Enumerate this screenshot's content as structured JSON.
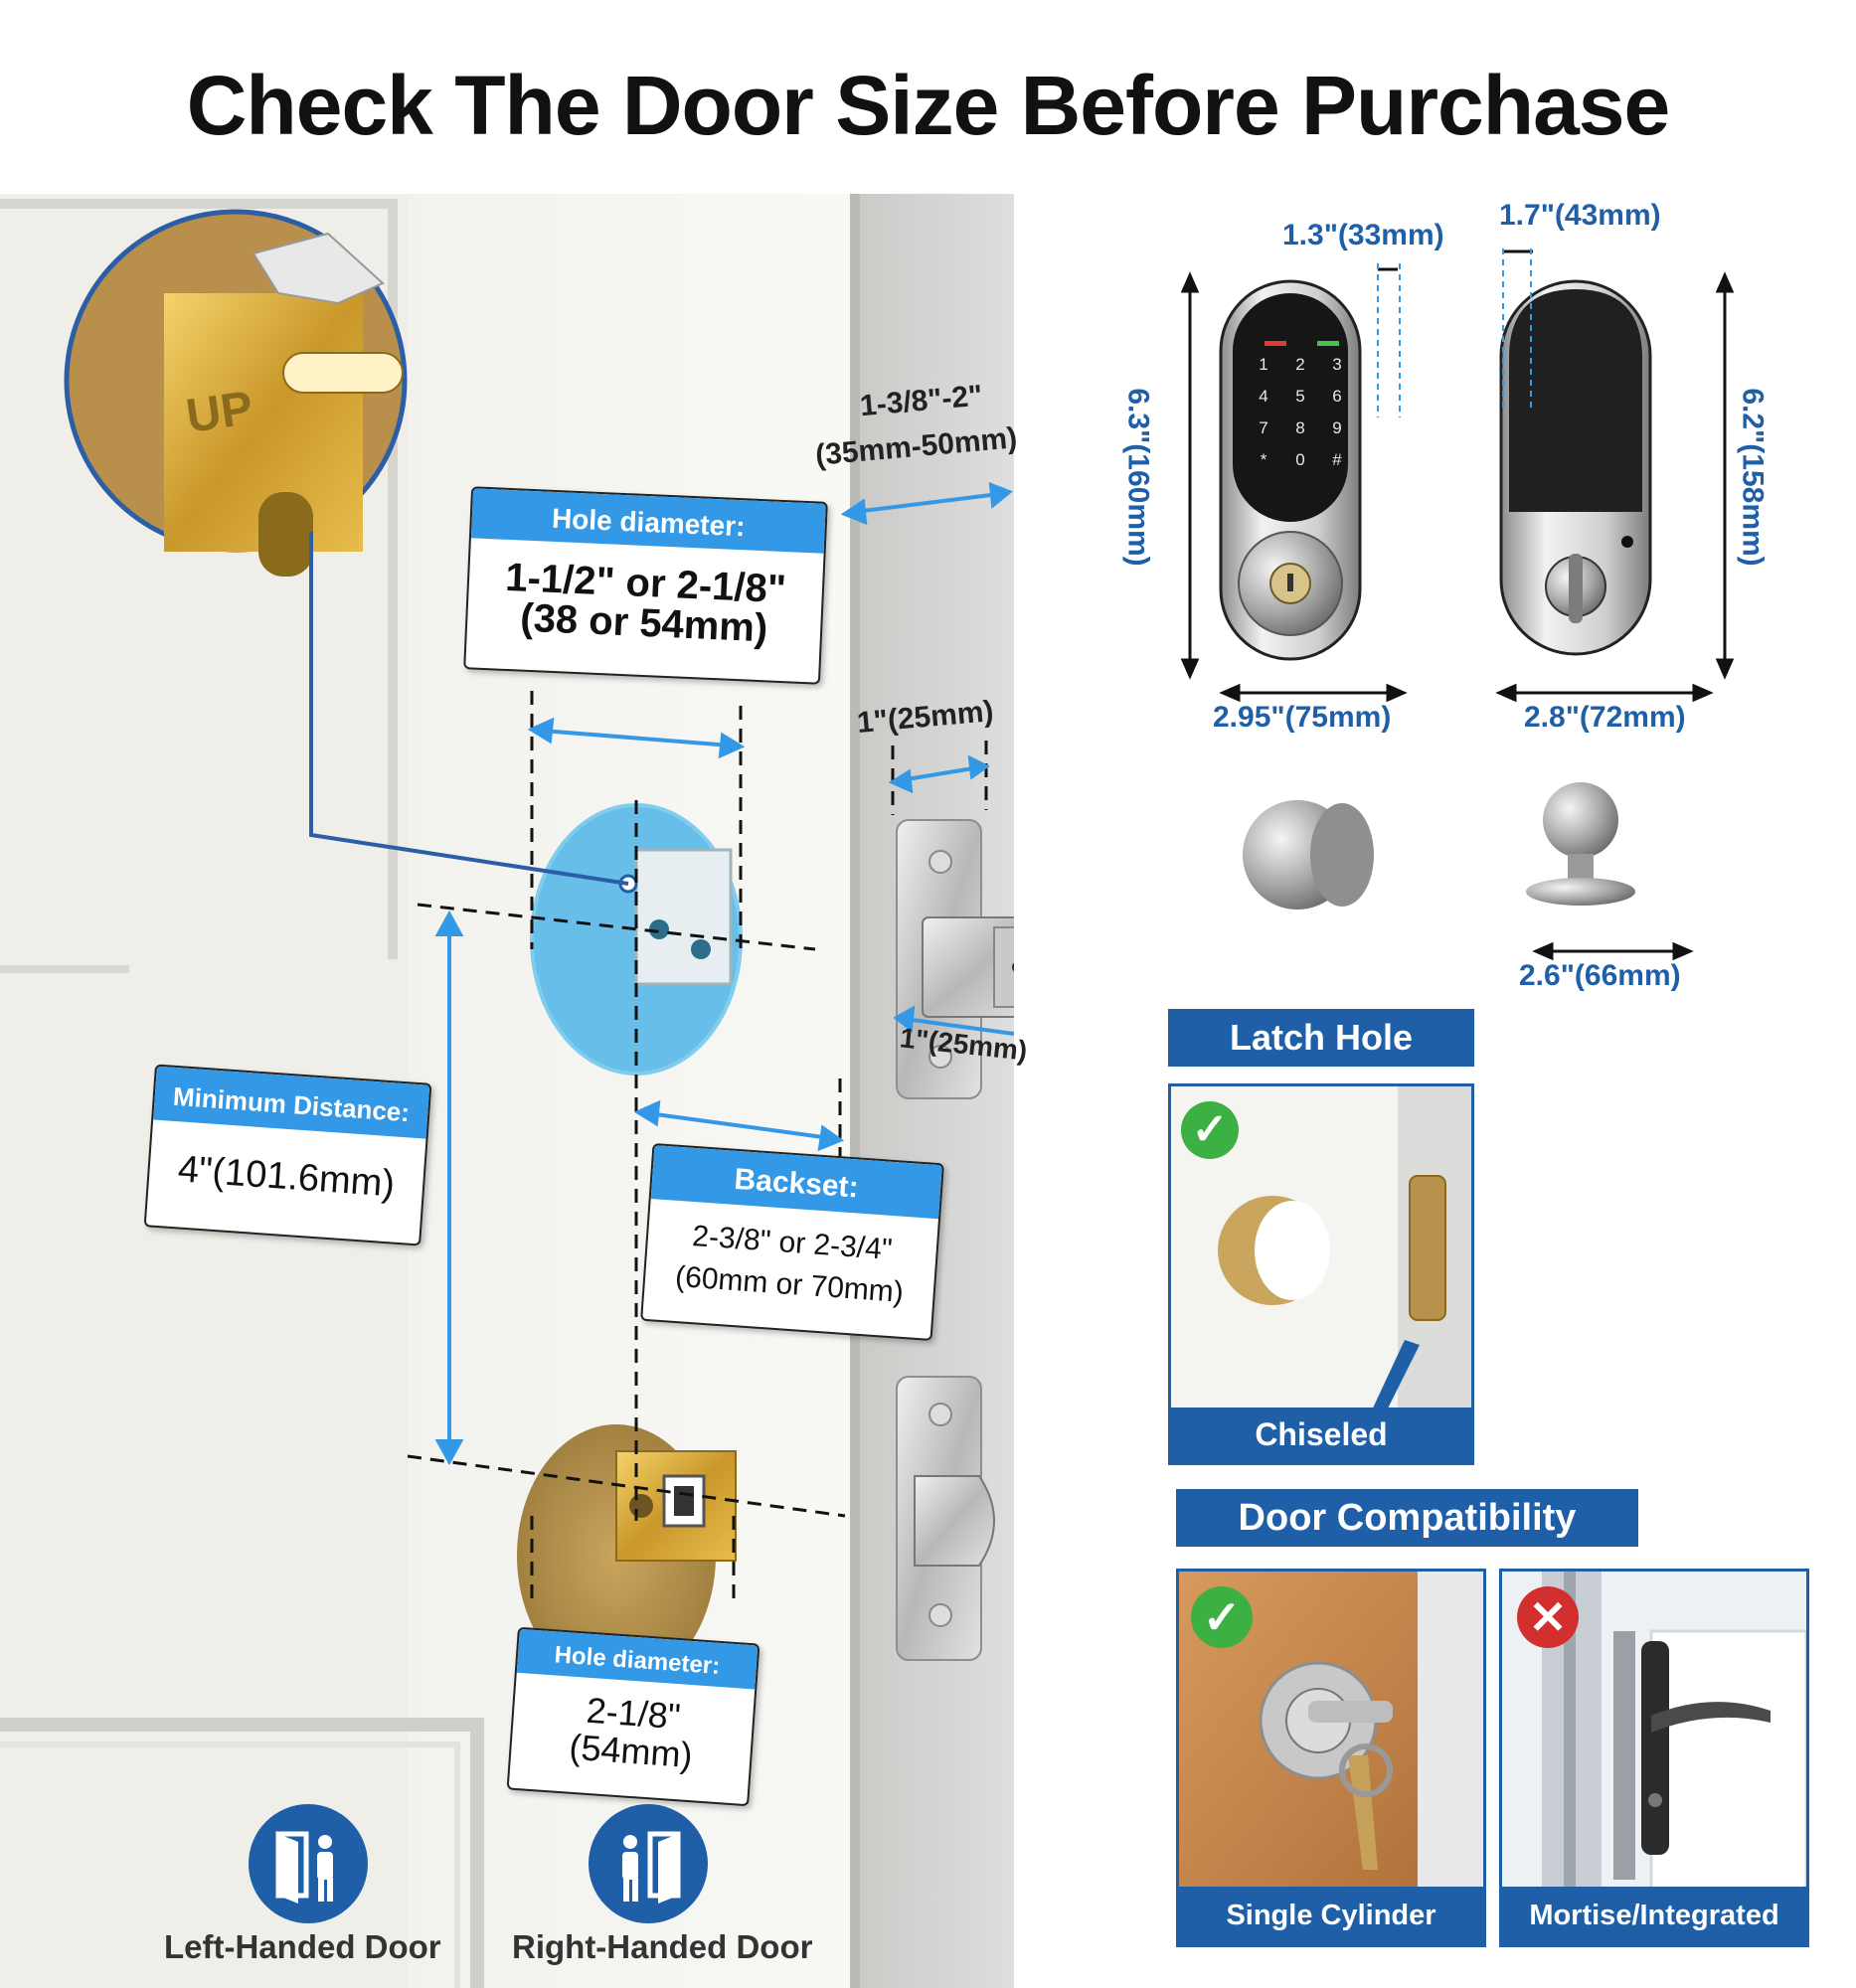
{
  "title": "Check The Door Size Before Purchase",
  "door_diagram": {
    "door_thickness": {
      "line1": "1-3/8\"-2\"",
      "line2": "(35mm-50mm)"
    },
    "deadbolt_hole": {
      "head": "Hole diameter:",
      "line1": "1-1/2\" or 2-1/8\"",
      "line2": "(38 or 54mm)"
    },
    "latch_edge_width": "1\"(25mm)",
    "latch_plate_width": "1\"(25mm)",
    "minimum_distance": {
      "head": "Minimum Distance:",
      "value": "4\"(101.6mm)"
    },
    "backset": {
      "head": "Backset:",
      "line1": "2-3/8\" or 2-3/4\"",
      "line2": "(60mm or 70mm)"
    },
    "latch_hole": {
      "head": "Hole diameter:",
      "line1": "2-1/8\"",
      "line2": "(54mm)"
    },
    "latch_stamp": "UP",
    "handedness": [
      {
        "label": "Left-Handed Door",
        "icon": "left-handed-door-icon"
      },
      {
        "label": "Right-Handed Door",
        "icon": "right-handed-door-icon"
      }
    ]
  },
  "product_dimensions": {
    "front_depth": "1.3\"(33mm)",
    "back_depth": "1.7\"(43mm)",
    "front_height": "6.3\"(160mm)",
    "back_height": "6.2\"(158mm)",
    "front_width": "2.95\"(75mm)",
    "back_width": "2.8\"(72mm)",
    "knob_width": "2.6\"(66mm)",
    "keypad_keys": [
      "1",
      "2",
      "3",
      "4",
      "5",
      "6",
      "7",
      "8",
      "9",
      "*",
      "0",
      "#"
    ]
  },
  "latch_hole_panel": {
    "title": "Latch Hole",
    "caption": "Chiseled",
    "status": "check"
  },
  "door_compatibility": {
    "title": "Door Compatibility",
    "items": [
      {
        "caption": "Single Cylinder",
        "status": "check"
      },
      {
        "caption": "Mortise/Integrated",
        "status": "cross"
      }
    ]
  },
  "colors": {
    "brand_blue": "#1f5fa8",
    "callout_blue": "#3399e6",
    "check_green": "#3cb043",
    "cross_red": "#d32f2f",
    "dim_blue": "#3399e6"
  }
}
